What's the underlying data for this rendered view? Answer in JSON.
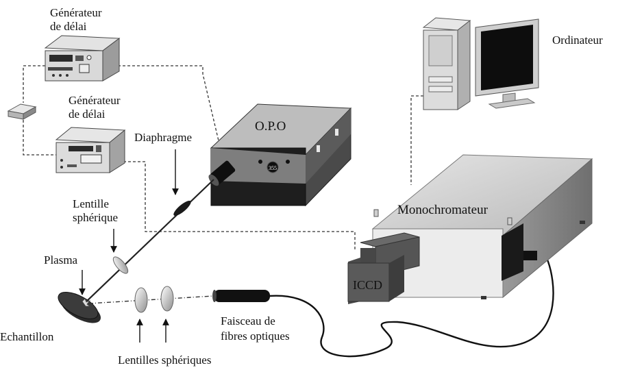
{
  "labels": {
    "delay_gen_1": [
      "Générateur",
      "de délai"
    ],
    "delay_gen_2": [
      "Générateur",
      "de délai"
    ],
    "computer": "Ordinateur",
    "diaphragm": "Diaphragme",
    "opo": "O.P.O",
    "lens_single": [
      "Lentille",
      "sphérique"
    ],
    "plasma": "Plasma",
    "sample": "Echantillon",
    "lenses": "Lentilles sphériques",
    "fiber": [
      "Faisceau de",
      "fibres optiques"
    ],
    "monochromator": "Monochromateur",
    "iccd": "ICCD",
    "opo_knob": "355"
  },
  "colors": {
    "device_light": "#d6d6d6",
    "device_mid": "#a8a8a8",
    "device_dark": "#2a2a2a",
    "cable": "#333333",
    "beam": "#222222"
  }
}
